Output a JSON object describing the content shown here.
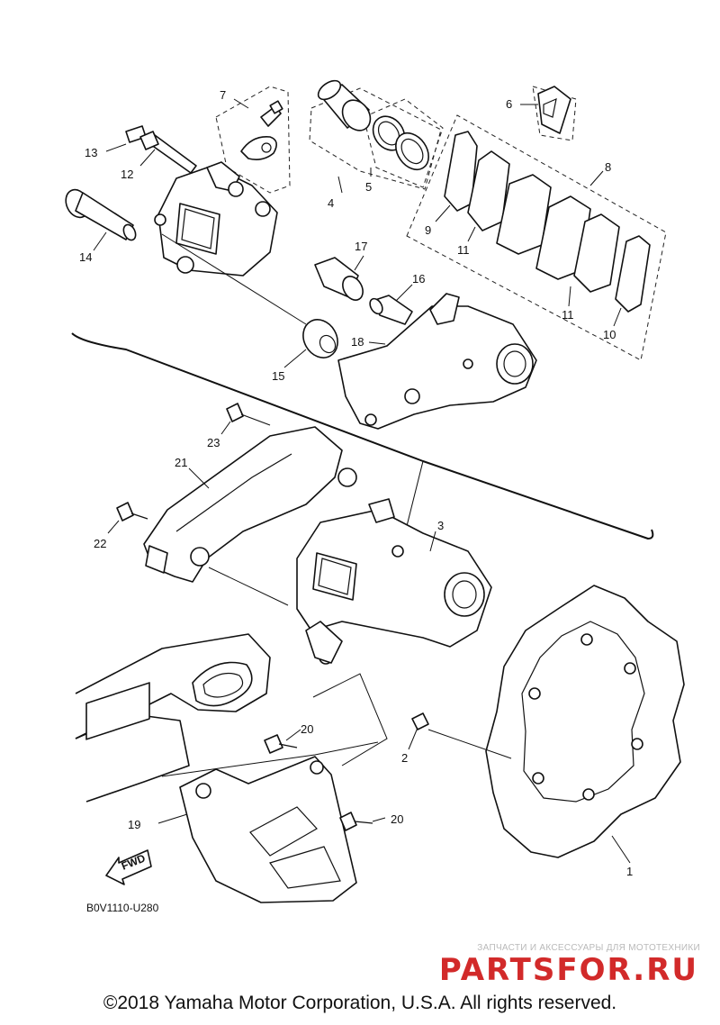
{
  "callouts": [
    "1",
    "2",
    "3",
    "4",
    "5",
    "6",
    "7",
    "8",
    "9",
    "10",
    "11",
    "11",
    "12",
    "13",
    "14",
    "15",
    "16",
    "17",
    "18",
    "19",
    "20",
    "20",
    "21",
    "22",
    "23"
  ],
  "fwd_label": "FWD",
  "diagram_code": "B0V1110-U280",
  "watermark": {
    "tagline": "ЗАПЧАСТИ И АКСЕССУАРЫ ДЛЯ МОТОТЕХНИКИ",
    "brand": "PARTSFOR.RU",
    "brand_color": "#d22a2a"
  },
  "copyright": "©2018 Yamaha Motor Corporation, U.S.A. All rights reserved."
}
